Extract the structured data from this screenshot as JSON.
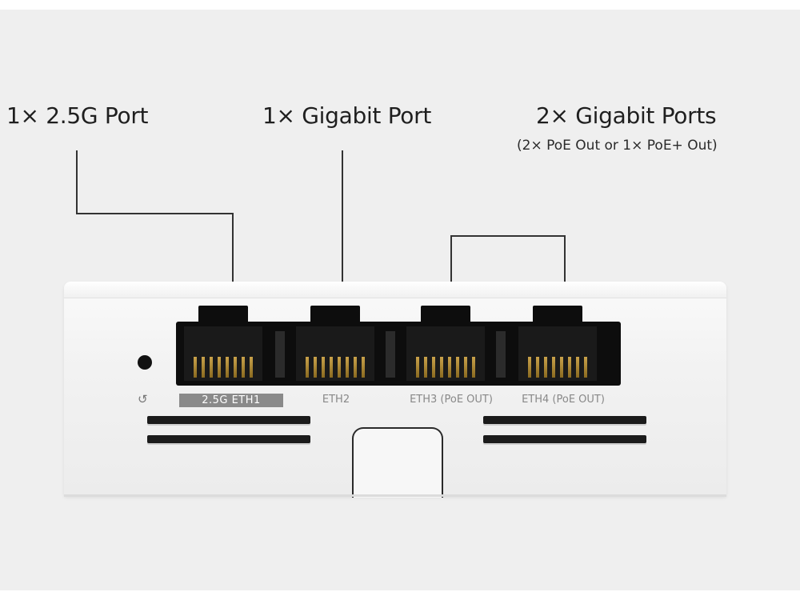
{
  "callouts": [
    {
      "main": "1× 2.5G Port",
      "sub": ""
    },
    {
      "main": "1× Gigabit Port",
      "sub": ""
    },
    {
      "main": "2× Gigabit Ports",
      "sub": "(2× PoE Out or 1× PoE+ Out)"
    }
  ],
  "ports": [
    {
      "label": "2.5G ETH1",
      "highlighted": true
    },
    {
      "label": "ETH2",
      "highlighted": false
    },
    {
      "label": "ETH3 (PoE OUT)",
      "highlighted": false
    },
    {
      "label": "ETH4 (PoE OUT)",
      "highlighted": false
    }
  ],
  "icons": {
    "led": "status-led",
    "reset": "reset-icon"
  },
  "colors": {
    "background": "#efefef",
    "device": "#f4f4f4",
    "port": "#0d0d0d",
    "pins": "#b08a35",
    "leader": "#333333"
  }
}
